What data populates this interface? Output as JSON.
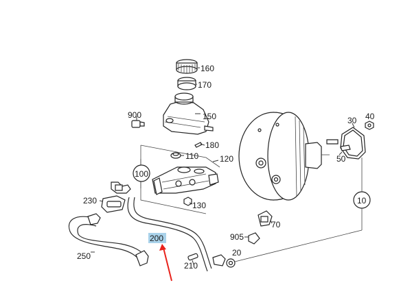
{
  "colors": {
    "highlight": "#a9d2ea",
    "arrow": "#e8221b",
    "line": "#333333"
  },
  "labels": {
    "p160": "160",
    "p170": "170",
    "p900": "900",
    "p150": "150",
    "p180": "180",
    "p110": "110",
    "p120": "120",
    "p100": "100",
    "p230": "230",
    "p130": "130",
    "p200": "200",
    "p905": "905",
    "p70": "70",
    "p250": "250",
    "p210": "210",
    "p20": "20",
    "p30": "30",
    "p40": "40",
    "p50": "50",
    "p10": "10"
  },
  "icons": {
    "arrow": "red-pointer-arrow"
  }
}
